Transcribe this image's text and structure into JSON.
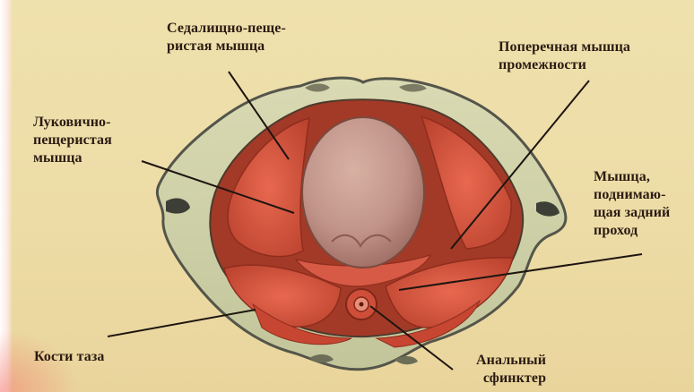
{
  "labels": {
    "ischiocavernosus": "Седалищно-пеще-\nристая мышца",
    "bulbospongiosus": "Луковично-\nпещеристая\nмышца",
    "transverse_perineal": "Поперечная мышца\nпромежности",
    "levator_ani": "Мышца,\nподнимаю-\nщая задний\nпроход",
    "pelvic_bones": "Кости таза",
    "anal_sphincter": "Анальный\nсфинктер"
  },
  "colors": {
    "background": "#eddca6",
    "bone": "#cfd1a8",
    "bone_outline": "#54554a",
    "muscle": "#d9503d",
    "muscle_dark": "#a8321f",
    "bulb": "#c79a8c",
    "leader_line": "#1e1510"
  }
}
